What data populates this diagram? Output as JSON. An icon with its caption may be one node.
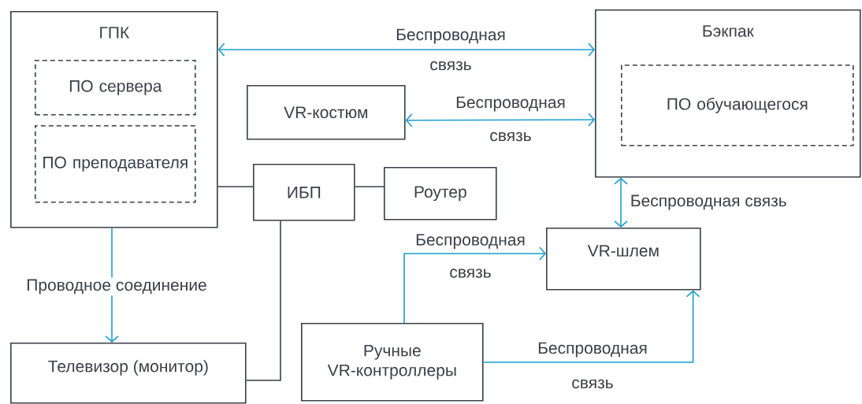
{
  "diagram": {
    "nodes": [
      {
        "text": [
          "ГПК"
        ]
      },
      {
        "text": [
          "ПО сервера"
        ],
        "in": 0
      },
      {
        "text": [
          "ПО преподавателя"
        ],
        "in": 0
      },
      {
        "text": [
          "Бэкпак"
        ]
      },
      {
        "text": [
          "ПО обучающегося"
        ],
        "in": 3
      },
      {
        "text": [
          "VR-костюм"
        ]
      },
      {
        "text": [
          "ИБП"
        ]
      },
      {
        "text": [
          "Роутер"
        ]
      },
      {
        "text": [
          "VR-шлем"
        ]
      },
      {
        "text": [
          "Телевизор (монитор)"
        ]
      },
      {
        "text": [
          "Ручные VR-контроллеры"
        ]
      }
    ],
    "edges": [
      {
        "from": 0,
        "to": 3,
        "arrow": "both",
        "label": "Беспроводная связь"
      },
      {
        "from": 5,
        "to": 3,
        "arrow": "both",
        "label": "Беспроводная связь"
      },
      {
        "from": 3,
        "to": 8,
        "arrow": "both",
        "label": "Беспроводная связь"
      },
      {
        "from": 0,
        "to": 9,
        "arrow": "to",
        "label": "Проводное соединение"
      },
      {
        "from": 0,
        "to": 6,
        "arrow": "none",
        "color": "#3a3f47"
      },
      {
        "from": 6,
        "to": 7,
        "arrow": "none",
        "color": "#3a3f47"
      },
      {
        "from": 6,
        "to": 9,
        "arrow": "none",
        "color": "#3a3f47"
      },
      {
        "from": 10,
        "to": 8,
        "arrow": "to",
        "label": "Беспроводная связь"
      },
      {
        "from": 10,
        "to": 8,
        "arrow": "to",
        "label": "Беспроводная связь"
      }
    ]
  }
}
